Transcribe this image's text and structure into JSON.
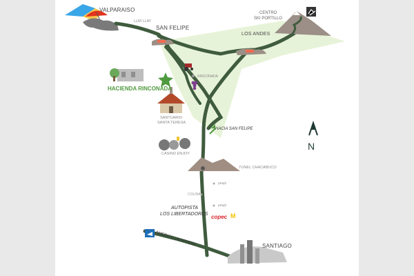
{
  "map": {
    "colors": {
      "road": "#3f5c3e",
      "accent_green": "#4f9a3f",
      "background_band": "#e9e9e9",
      "valley": "#e4f2d4",
      "copec_red": "#d8232a",
      "mcdonalds_yellow": "#f4c400"
    },
    "labels": {
      "valparaiso": "VALPARAISO",
      "llay_llay": "LLAY LLAY",
      "san_felipe": "SAN FELIPE",
      "centro": "CENTRO",
      "ski_portillo": "SKI PORTILLO",
      "los_andes": "LOS ANDES",
      "rinconada": "RINCONADA",
      "hacienda": "HACIENDA RINCONADA",
      "santuario": "SANTUARIO",
      "santa_teresa": "SANTA TERESA",
      "hacia_san_felipe": "HACIA SAN FELIPE",
      "casino": "CASINO ENJOY",
      "tunel": "TUNEL CHACABUCO",
      "peaje_1": "peaje",
      "colina": "COLINA",
      "peaje_2": "peaje",
      "autopista": "AUTOPISTA",
      "libertadores": "LOS LIBERTADORES",
      "copec": "copec",
      "copec_m": "M",
      "vespucio": "AMERICO VESPUCIO",
      "santiago": "SANTIAGO",
      "north": "N"
    },
    "icons": [
      "skier-icon",
      "airplane-icon",
      "star-icon",
      "grape-icon",
      "tractor-icon",
      "chapel-icon",
      "casino-icon",
      "compass-arrow-icon",
      "mountain-icon",
      "city-skyline-icon",
      "beach-umbrella-icon"
    ]
  }
}
